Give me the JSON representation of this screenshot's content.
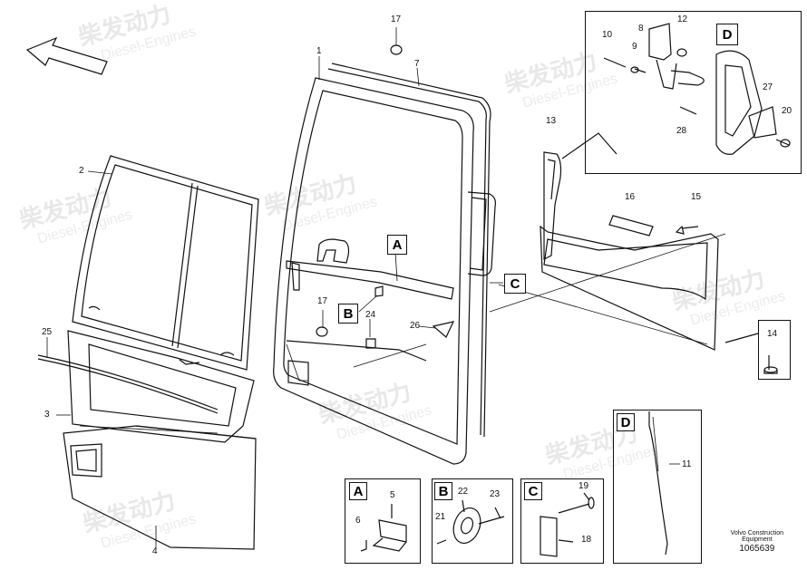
{
  "watermark": {
    "cn": "柴发动力",
    "en": "Diesel-Engines"
  },
  "footer": {
    "line1": "Volvo Construction",
    "line2": "Equipment",
    "ref": "1065639"
  },
  "callouts": {
    "n1": "1",
    "n2": "2",
    "n3": "3",
    "n4": "4",
    "n5": "5",
    "n6": "6",
    "n7": "7",
    "n8": "8",
    "n9": "9",
    "n10": "10",
    "n11": "11",
    "n12": "12",
    "n13": "13",
    "n14": "14",
    "n15": "15",
    "n16": "16",
    "n17a": "17",
    "n17b": "17",
    "n18": "18",
    "n19": "19",
    "n20": "20",
    "n21": "21",
    "n22": "22",
    "n23": "23",
    "n24": "24",
    "n25": "25",
    "n26": "26",
    "n27": "27",
    "n28": "28"
  },
  "detail_tags": {
    "A_main": "A",
    "B_main": "B",
    "C_main": "C",
    "D_main": "D",
    "A_box": "A",
    "B_box": "B",
    "C_box": "C",
    "D_box": "D"
  }
}
